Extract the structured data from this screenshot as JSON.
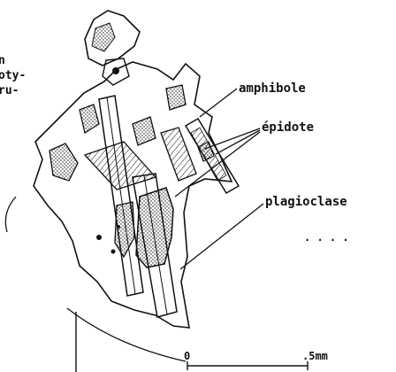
{
  "fragment_text": {
    "line1": "n",
    "line2": "oty-",
    "line3": "ru-"
  },
  "labels": {
    "amphibole": "amphibole",
    "epidote": "épidote",
    "plagioclase": "plagioclase"
  },
  "scale_bar": {
    "start": "0",
    "end": ".5mm"
  },
  "colors": {
    "ink": "#111111",
    "background": "#ffffff"
  }
}
